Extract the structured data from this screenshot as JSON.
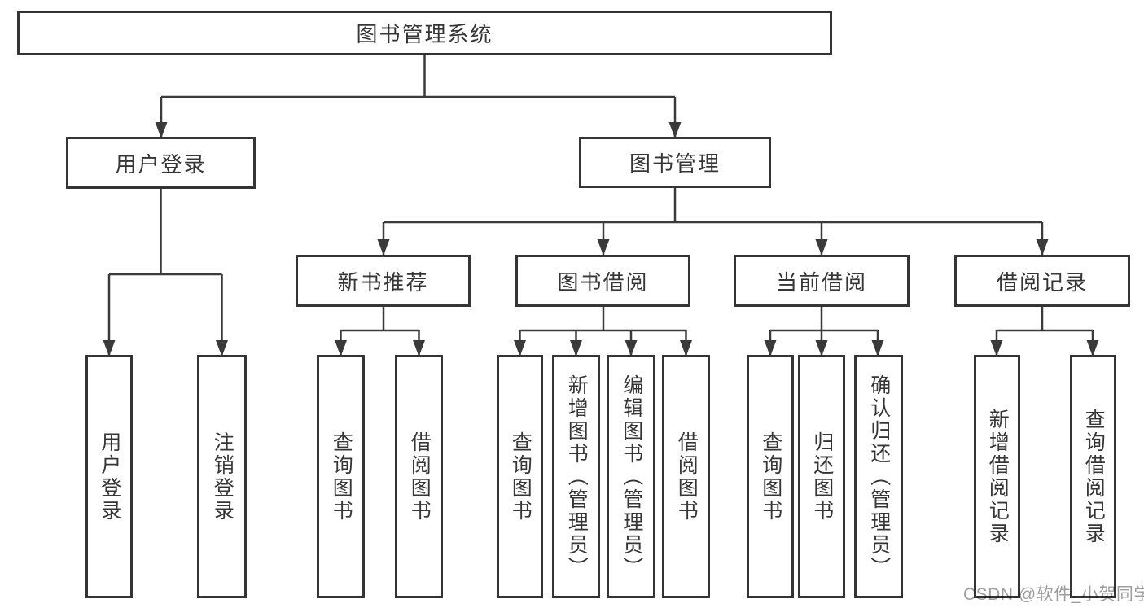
{
  "tree": {
    "label": "图书管理系统",
    "children": [
      {
        "label": "用户登录",
        "children": [
          {
            "label": "用户登录"
          },
          {
            "label": "注销登录"
          }
        ]
      },
      {
        "label": "图书管理",
        "children": [
          {
            "label": "新书推荐",
            "children": [
              {
                "label": "查询图书"
              },
              {
                "label": "借阅图书"
              }
            ]
          },
          {
            "label": "图书借阅",
            "children": [
              {
                "label": "查询图书"
              },
              {
                "label": "新增图书（管理员）"
              },
              {
                "label": "编辑图书（管理员）"
              },
              {
                "label": "借阅图书"
              }
            ]
          },
          {
            "label": "当前借阅",
            "children": [
              {
                "label": "查询图书"
              },
              {
                "label": "归还图书"
              },
              {
                "label": "确认归还（管理员）"
              }
            ]
          },
          {
            "label": "借阅记录",
            "children": [
              {
                "label": "新增借阅记录"
              },
              {
                "label": "查询借阅记录"
              }
            ]
          }
        ]
      }
    ]
  },
  "watermark": {
    "text": "CSDN @软件_小贺同学"
  },
  "colors": {
    "line": "#3a3a3a",
    "border": "#343434",
    "text": "#363636",
    "watermark": "#9e9e9e",
    "background": "#ffffff"
  }
}
